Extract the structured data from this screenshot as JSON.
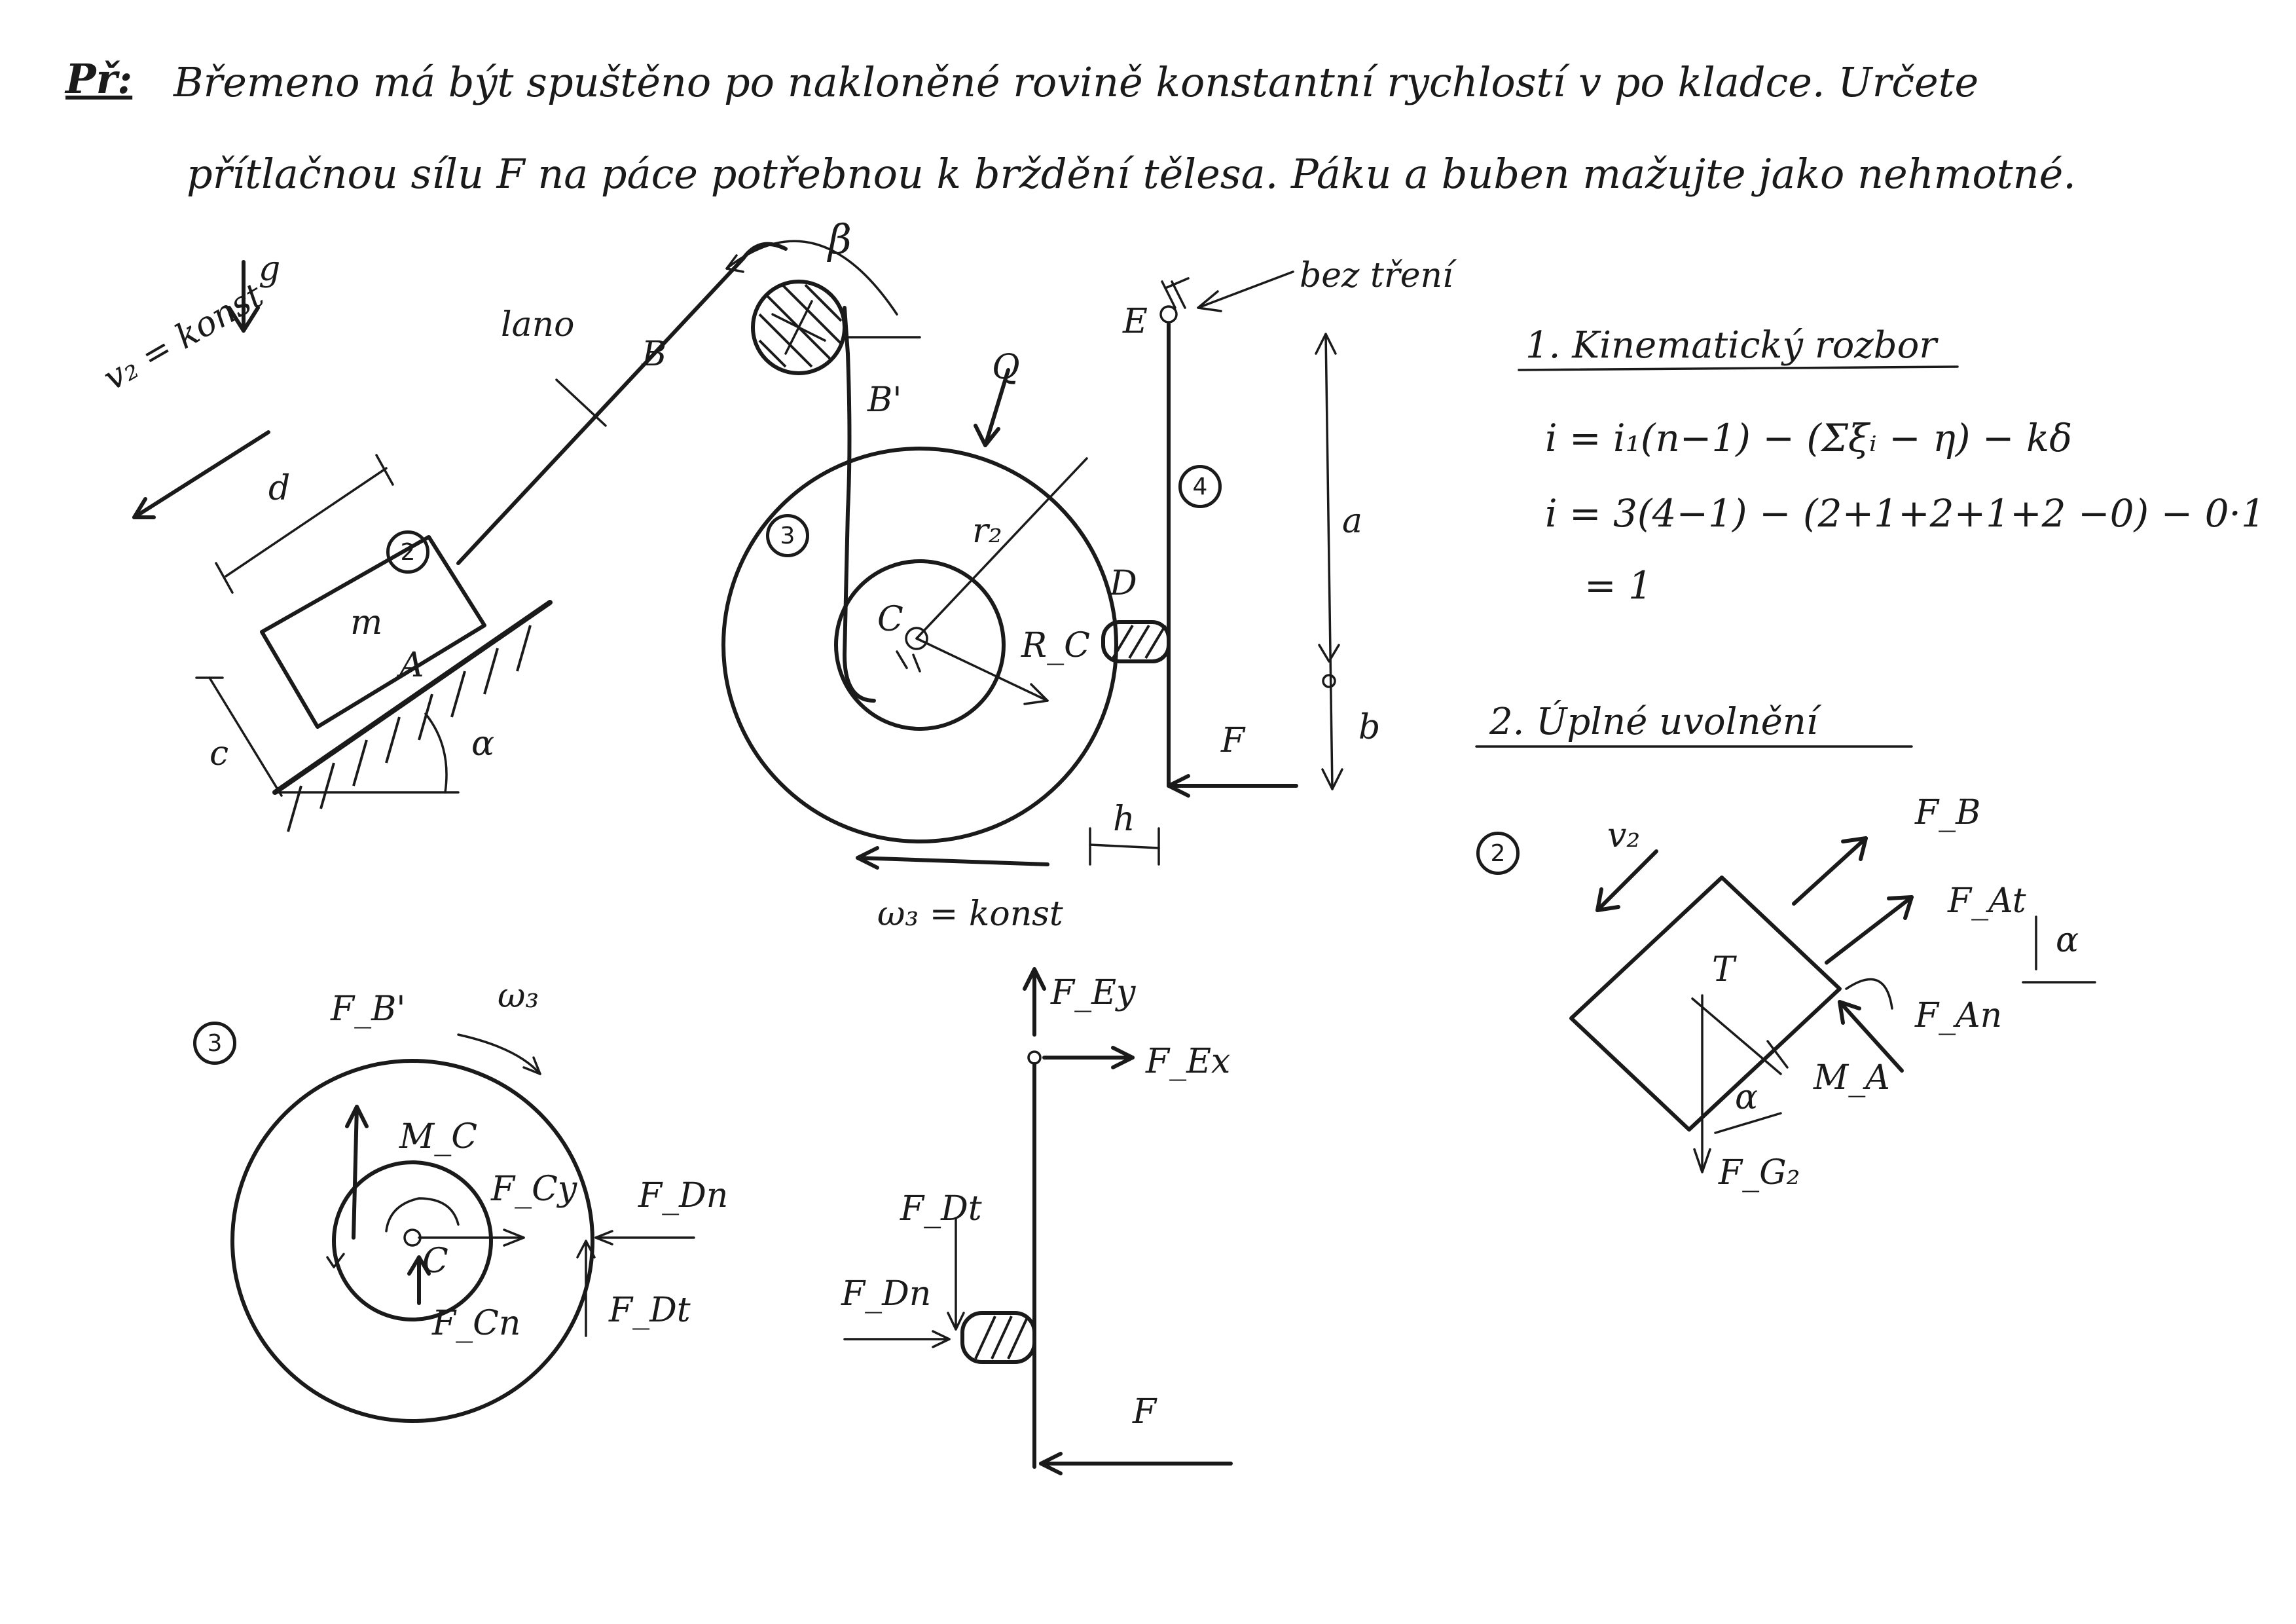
{
  "problem": {
    "label": "Př:",
    "line1": "Břemeno má být spuštěno po nakloněné rovině konstantní rychlostí v po kladce. Určete",
    "line2": "přítlačnou sílu F na páce potřebnou k brždění tělesa. Páku a buben mažujte jako nehmotné."
  },
  "figure": {
    "g": "g",
    "v2": "v₂ = konst",
    "rope": "lano",
    "B": "B",
    "B_prime": "B'",
    "beta": "β",
    "Q": "Q",
    "r2": "r₂",
    "C": "C",
    "Rc": "R_C",
    "D": "D",
    "E": "E",
    "no_friction": "bez tření",
    "a": "a",
    "b": "b",
    "h": "h",
    "F": "F",
    "omega3": "ω₃ = konst",
    "d": "d",
    "c": "c",
    "m": "m",
    "A": "A",
    "alpha": "α",
    "n2": "2",
    "n3": "3",
    "n4": "4"
  },
  "kinematics": {
    "heading": "1. Kinematický rozbor",
    "eq1": "i = i₁(n−1) − (Σξᵢ − η) − kδ",
    "eq2": "i = 3(4−1) − (2+1+2+1+2 −0) − 0·1",
    "eq3": "= 1"
  },
  "release": {
    "heading": "2. Úplné uvolnění",
    "n2": "2",
    "v2": "v₂",
    "FB": "F_B",
    "FAt": "F_At",
    "FAn": "F_An",
    "MA": "M_A",
    "T": "T",
    "alpha": "α",
    "FG2": "F_G₂",
    "alpha2": "α"
  },
  "drum_fbd": {
    "n3": "3",
    "FBp": "F_B'",
    "omega3": "ω₃",
    "Mc": "M_C",
    "Fcy": "F_Cy",
    "C": "C",
    "Fcn": "F_Cn",
    "FDn": "F_Dn",
    "FDt": "F_Dt"
  },
  "lever_fbd": {
    "FEy": "F_Ey",
    "FEx": "F_Ex",
    "FDt": "F_Dt",
    "FDn": "F_Dn",
    "F": "F"
  }
}
